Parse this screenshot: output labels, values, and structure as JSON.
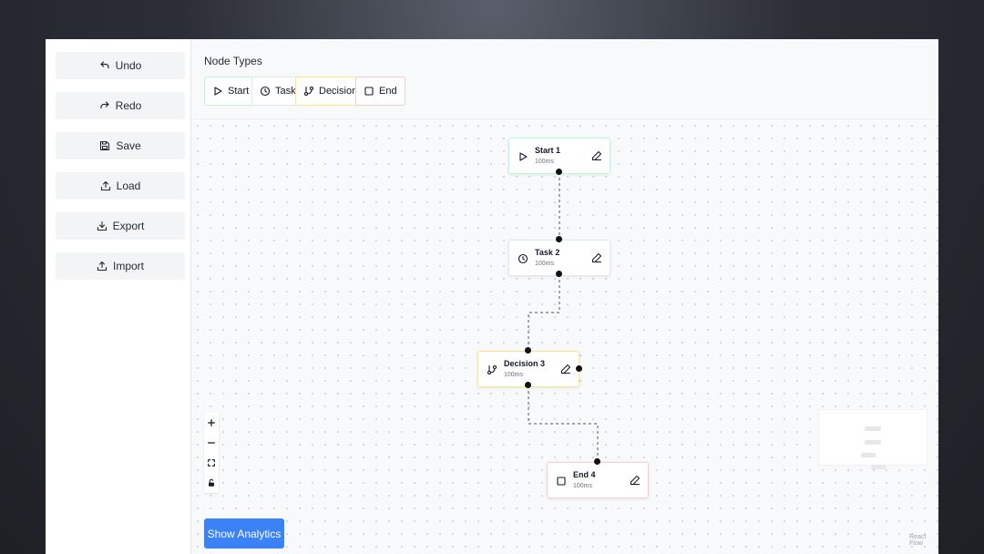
{
  "sidebar": {
    "buttons": [
      {
        "label": "Undo",
        "icon": "undo-icon"
      },
      {
        "label": "Redo",
        "icon": "redo-icon"
      },
      {
        "label": "Save",
        "icon": "save-icon"
      },
      {
        "label": "Load",
        "icon": "upload-icon"
      },
      {
        "label": "Export",
        "icon": "download-icon"
      },
      {
        "label": "Import",
        "icon": "upload-icon"
      }
    ]
  },
  "palette": {
    "title": "Node Types",
    "types": [
      {
        "label": "Start",
        "icon": "play-icon",
        "border": "#bbf7d0"
      },
      {
        "label": "Task",
        "icon": "clock-icon",
        "border": "#e5e7eb"
      },
      {
        "label": "Decision",
        "icon": "git-branch-icon",
        "border": "#fde68a"
      },
      {
        "label": "End",
        "icon": "square-icon",
        "border": "#fecaca"
      }
    ]
  },
  "flow": {
    "nodes": [
      {
        "title": "Start 1",
        "duration": "100ms",
        "icon": "play-icon",
        "border": "#bbf7d0"
      },
      {
        "title": "Task 2",
        "duration": "100ms",
        "icon": "clock-icon",
        "border": "#e5e7eb"
      },
      {
        "title": "Decision 3",
        "duration": "100ms",
        "icon": "git-branch-icon",
        "border": "#fde68a"
      },
      {
        "title": "End 4",
        "duration": "100ms",
        "icon": "square-icon",
        "border": "#fecaca"
      }
    ],
    "edge_color": "#6b7280"
  },
  "controls": [
    "zoom-in-icon",
    "zoom-out-icon",
    "fit-view-icon",
    "lock-icon"
  ],
  "attribution": "React Flow",
  "analytics_button": {
    "label": "Show Analytics",
    "color": "#3b82f6"
  }
}
